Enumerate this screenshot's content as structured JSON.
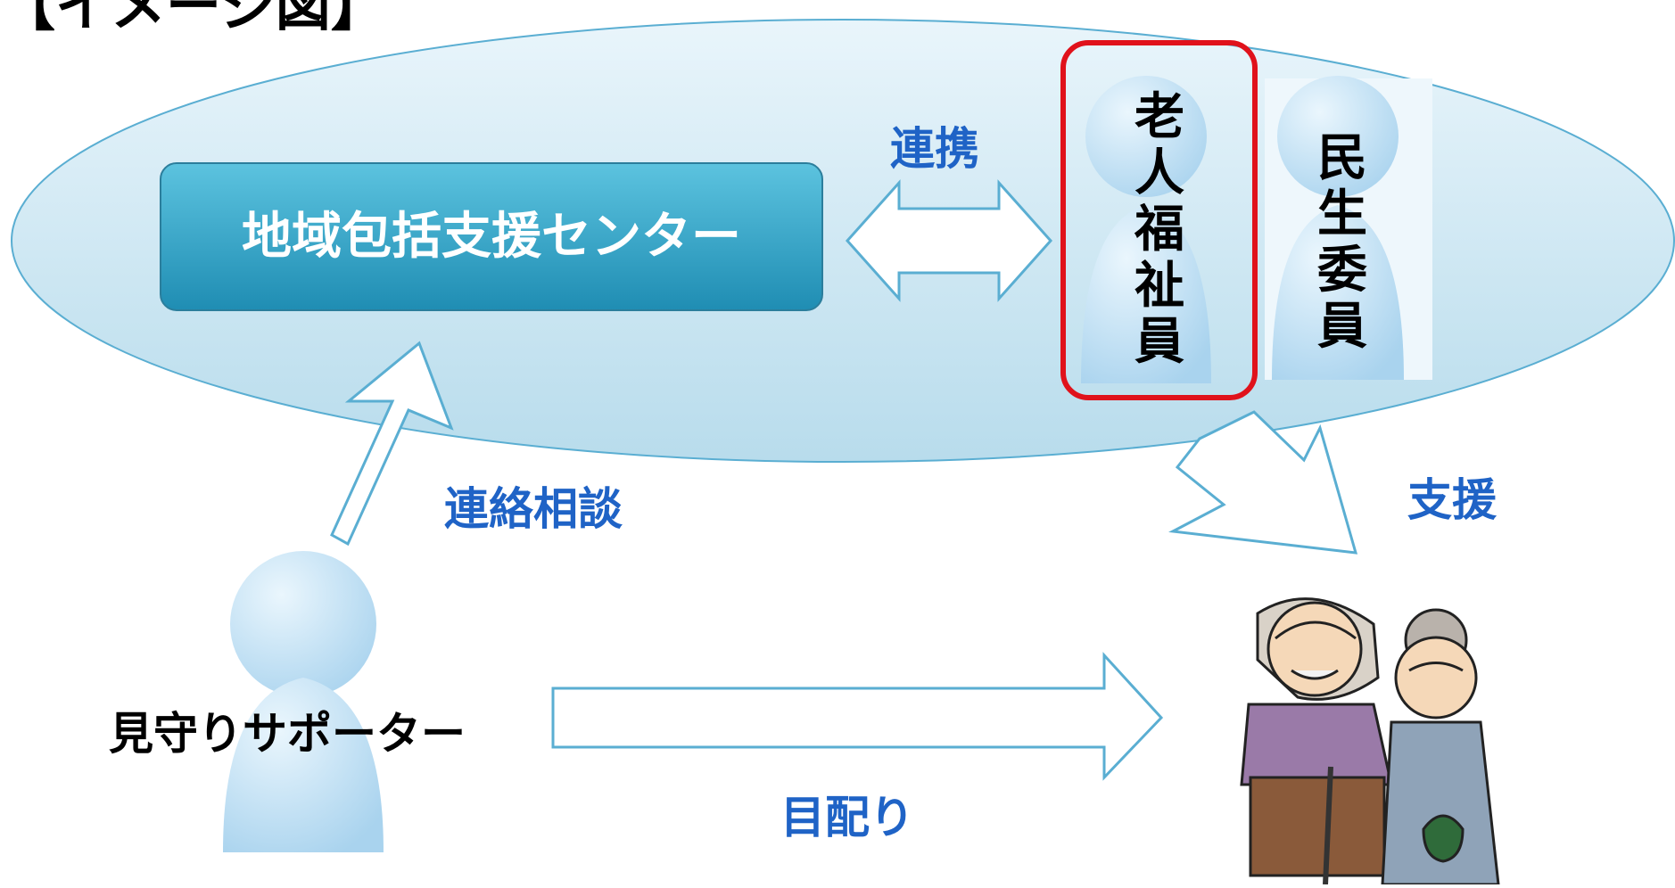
{
  "title": "【イメージ図】",
  "center_label": "地域包括支援センター",
  "partner_label": "連携",
  "roles": {
    "elderly_welfare": [
      "老",
      "人",
      "福",
      "祉",
      "員"
    ],
    "welfare_commissioner": [
      "民",
      "生",
      "委",
      "員"
    ]
  },
  "consult_label": "連絡相談",
  "support_label": "支援",
  "supporter_label": "見守りサポーター",
  "watch_label": "目配り",
  "colors": {
    "ellipse_fill": "#cfe6f2",
    "center_box": "#2e9fc2",
    "accent_text": "#1f63c6",
    "highlight": "#e0121b",
    "figure": "#b7daf0"
  },
  "icons": {
    "elderly_couple": "elderly-couple-icon"
  }
}
